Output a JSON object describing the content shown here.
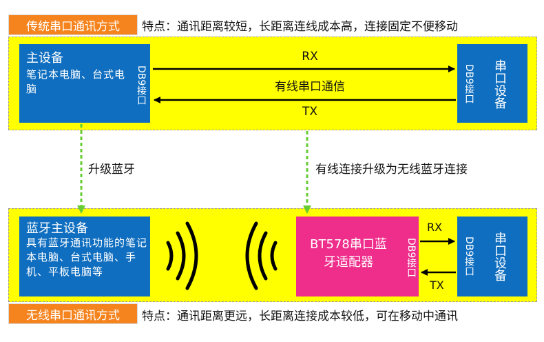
{
  "wired": {
    "tag": "传统串口通讯方式",
    "feature": "特点：通讯距离较短，长距离连线成本高，连接固定不便移动",
    "master_title": "主设备",
    "master_desc": "笔记本电脑、台式电脑",
    "master_port": "DB9接口",
    "rx": "RX",
    "mid": "有线串口通信",
    "tx": "TX",
    "slave_port": "DB9接口",
    "slave_title": "串口设备"
  },
  "upgrade": {
    "left": "升级蓝牙",
    "right": "有线连接升级为无线蓝牙连接"
  },
  "wireless": {
    "tag": "无线串口通讯方式",
    "feature": "特点：通讯距离更远，长距离连接成本较低，可在移动中通讯",
    "master_title": "蓝牙主设备",
    "master_desc": "具有蓝牙通讯功能的笔记本电脑、台式电脑、手机、平板电脑等",
    "adapter_title": "BT578串口蓝牙适配器",
    "adapter_port": "DB9接口",
    "rx": "RX",
    "tx": "TX",
    "slave_port": "DB9接口",
    "slave_title": "串口设备"
  },
  "colors": {
    "panel": "#ffff00",
    "device": "#0f6ebf",
    "adapter": "#ef2e8c",
    "tag": "#f5841f",
    "upgrade_arrow": "#66cc33"
  }
}
